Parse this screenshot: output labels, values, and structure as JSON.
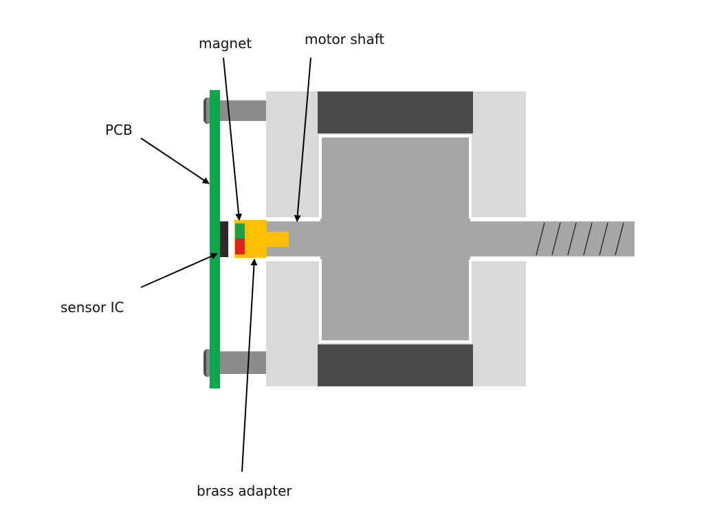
{
  "labels": {
    "magnet": "magnet",
    "motor_shaft": "motor shaft",
    "pcb": "PCB",
    "sensor_ic": "sensor IC",
    "brass_adapter": "brass adapter"
  },
  "colors": {
    "pcb": "#0aa84a",
    "housing_light": "#d9d9d9",
    "housing_dark": "#4b4b4b",
    "rotor": "#a6a6a6",
    "standoff": "#8c8c8c",
    "sensor": "#2b2b2b",
    "adapter": "#ffbf00",
    "magnet_north": "#1f9e4a",
    "magnet_south": "#e0201b",
    "arrow": "#000000"
  }
}
